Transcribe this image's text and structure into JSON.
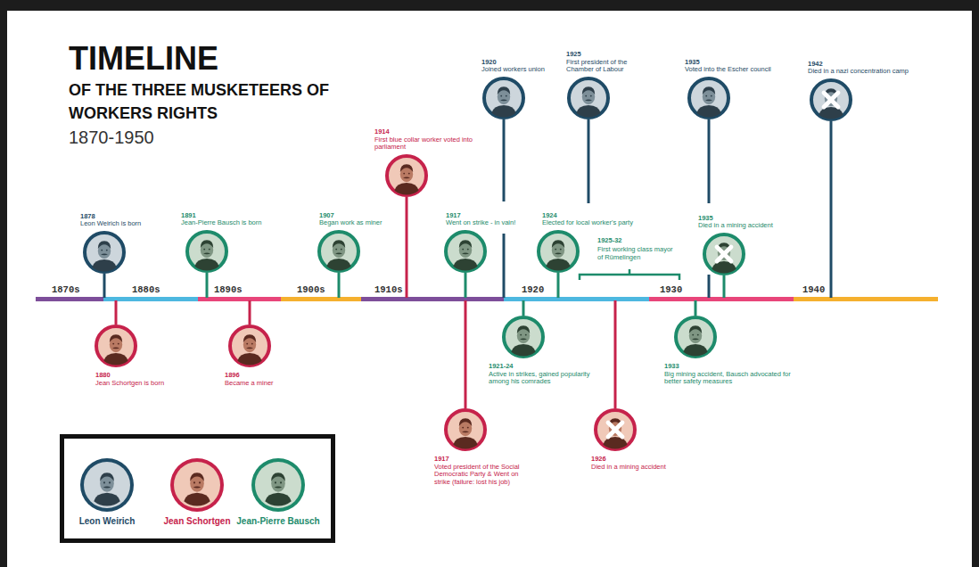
{
  "diagram": {
    "title": "TIMELINE",
    "nodes": [
      {
        "text": [
          "1878",
          "Leon Weirich is born"
        ]
      },
      {
        "text": [
          "1880",
          "Jean Schortgen is born"
        ]
      },
      {
        "text": [
          "1891",
          "Jean-Pierre Bausch is born"
        ]
      },
      {
        "text": [
          "1896",
          "Became a miner"
        ]
      },
      {
        "text": [
          "1907",
          "Began work as miner"
        ]
      },
      {
        "text": [
          "1914",
          "First blue collar worker voted into parliament"
        ]
      },
      {
        "text": [
          "1917",
          "Went on strike - in vain!"
        ]
      },
      {
        "text": [
          "1917",
          "Voted president of the Social Democratic Party & Went on strike (failure: lost his job)"
        ]
      },
      {
        "text": [
          "1920",
          "Joined workers union"
        ]
      },
      {
        "text": [
          "1921-24",
          "Active in strikes, gained popularity among his comrades"
        ]
      },
      {
        "text": [
          "1924",
          "Elected for local worker's party"
        ]
      },
      {
        "text": [
          "1925",
          "First president of the Chamber of Labour"
        ]
      },
      {
        "text": [
          "1926",
          "Died in a mining accident"
        ]
      },
      {
        "text": [
          "1933",
          "Big mining accident, Bausch advocated for better safety measures"
        ]
      },
      {
        "text": [
          "1935",
          "Voted into the Escher council"
        ]
      },
      {
        "text": [
          "1935",
          "Died in a mining accident"
        ]
      },
      {
        "text": [
          "1942",
          "Died in a nazi concentration camp"
        ]
      }
    ],
    "labels": [
      "OF THE THREE MUSKETEERS OF WORKERS RIGHTS",
      "1870-1950",
      "1870s",
      "1880s",
      "1890s",
      "1900s",
      "1910s",
      "1920",
      "1930",
      "1940",
      "1925-32",
      "First working class mayor of Rümelingen"
    ],
    "legend": [
      {
        "text": "Leon Weirich",
        "color": "#1f4b66"
      },
      {
        "text": "Jean Schortgen",
        "color": "#c6224b"
      },
      {
        "text": "Jean-Pierre Bausch",
        "color": "#1d8b6b"
      }
    ]
  }
}
